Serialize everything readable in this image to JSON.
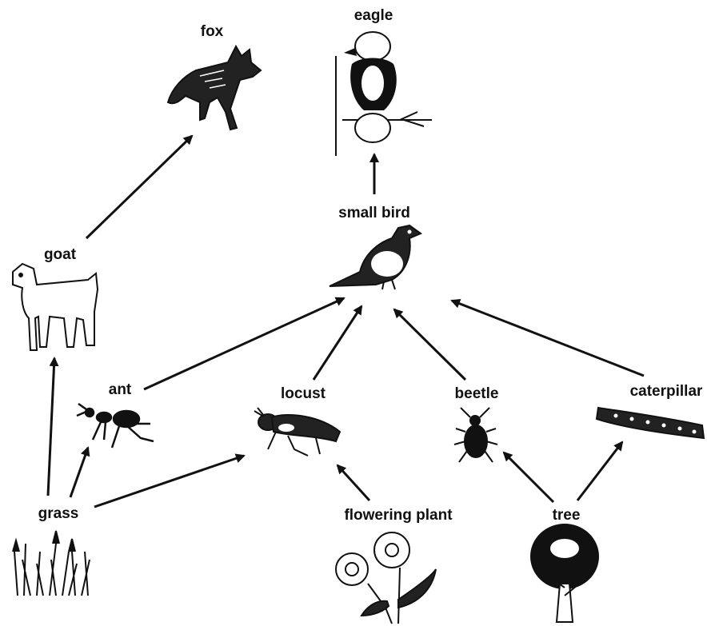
{
  "organisms": {
    "fox": "fox",
    "eagle": "eagle",
    "small_bird": "small bird",
    "goat": "goat",
    "ant": "ant",
    "locust": "locust",
    "beetle": "beetle",
    "caterpillar": "caterpillar",
    "grass": "grass",
    "flowering_plant": "flowering plant",
    "tree": "tree"
  },
  "feeding_links": [
    [
      "grass",
      "goat"
    ],
    [
      "goat",
      "fox"
    ],
    [
      "grass",
      "ant"
    ],
    [
      "grass",
      "locust"
    ],
    [
      "flowering_plant",
      "locust"
    ],
    [
      "tree",
      "beetle"
    ],
    [
      "tree",
      "caterpillar"
    ],
    [
      "ant",
      "small_bird"
    ],
    [
      "locust",
      "small_bird"
    ],
    [
      "beetle",
      "small_bird"
    ],
    [
      "caterpillar",
      "small_bird"
    ],
    [
      "small_bird",
      "eagle"
    ]
  ]
}
